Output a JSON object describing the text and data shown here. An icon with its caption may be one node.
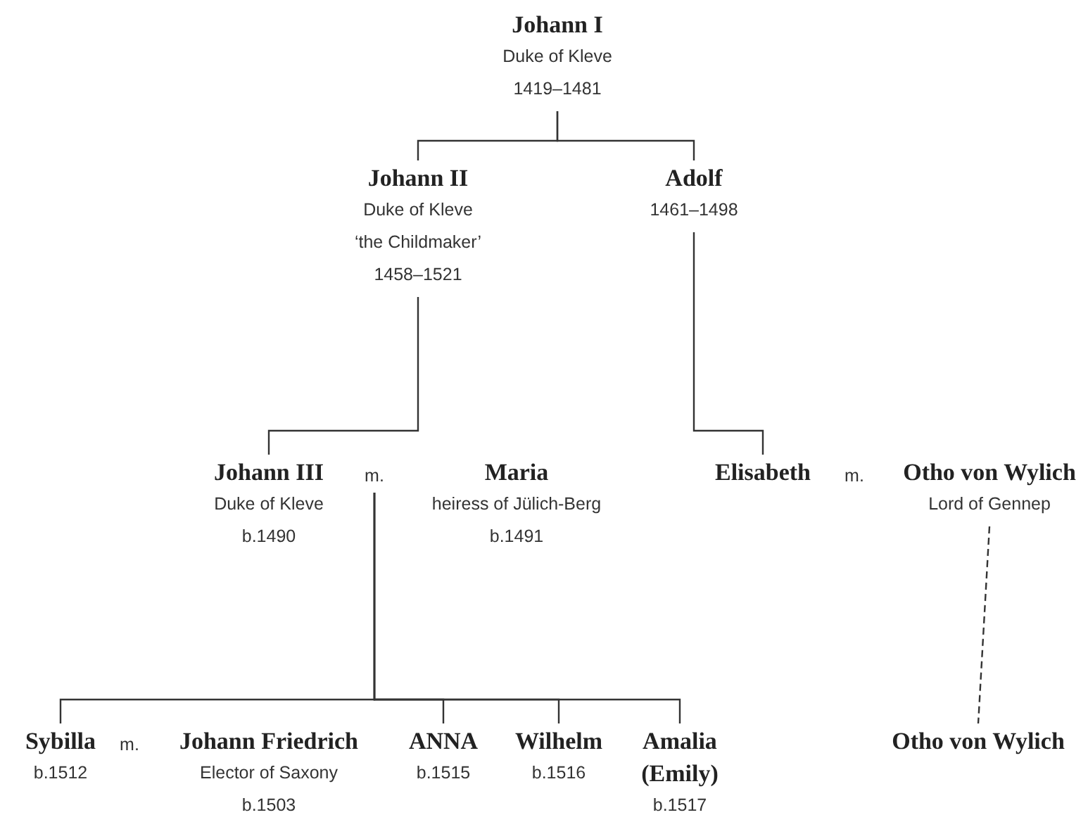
{
  "diagram": {
    "nodes": [
      {
        "text": [
          "Johann I",
          "Duke of Kleve",
          "1419–1481"
        ]
      },
      {
        "text": [
          "Johann II",
          "Duke of Kleve",
          "‘the Childmaker’",
          "1458–1521"
        ]
      },
      {
        "text": [
          "Adolf",
          "1461–1498"
        ]
      },
      {
        "text": [
          "Johann III",
          "Duke of Kleve",
          "b.1490"
        ]
      },
      {
        "text": [
          "m."
        ]
      },
      {
        "text": [
          "Maria",
          "heiress of Jülich-Berg",
          "b.1491"
        ]
      },
      {
        "text": [
          "Elisabeth"
        ]
      },
      {
        "text": [
          "Otho von Wylich",
          "Lord of Gennep"
        ]
      },
      {
        "text": [
          "Sybilla",
          "b.1512"
        ]
      },
      {
        "text": [
          "Johann Friedrich",
          "Elector of Saxony",
          "b.1503"
        ]
      },
      {
        "text": [
          "ANNA",
          "b.1515"
        ]
      },
      {
        "text": [
          "Wilhelm",
          "b.1516"
        ]
      },
      {
        "text": [
          "Amalia (Emily)",
          "b.1517"
        ]
      },
      {
        "text": [
          "Otho von Wylich"
        ]
      }
    ],
    "edges": [
      {
        "from": 0,
        "to": 1,
        "arrow": "none"
      },
      {
        "from": 0,
        "to": 2,
        "arrow": "none"
      },
      {
        "from": 1,
        "to": 3,
        "arrow": "none"
      },
      {
        "from": 2,
        "to": 6,
        "arrow": "none"
      },
      {
        "from": 4,
        "to": 8,
        "arrow": "none"
      },
      {
        "from": 4,
        "to": 10,
        "arrow": "none"
      },
      {
        "from": 4,
        "to": 11,
        "arrow": "none"
      },
      {
        "from": 4,
        "to": 12,
        "arrow": "none"
      },
      {
        "from": 7,
        "to": 13,
        "arrow": "none",
        "style": "dashed"
      }
    ],
    "labels": [
      "m.",
      "m."
    ]
  }
}
